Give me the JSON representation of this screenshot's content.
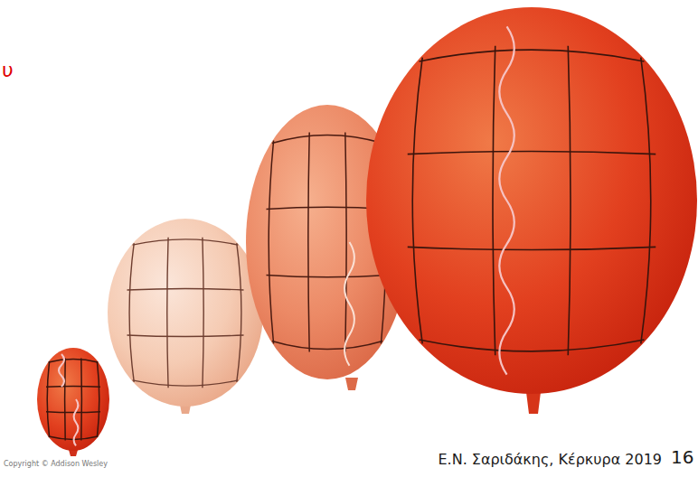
{
  "diagram": {
    "labels": [
      "υ",
      "Copyright © Addison Wesley",
      "Ε.Ν. Σαριδάκης, Κέρκυρα 2019",
      "16"
    ]
  }
}
